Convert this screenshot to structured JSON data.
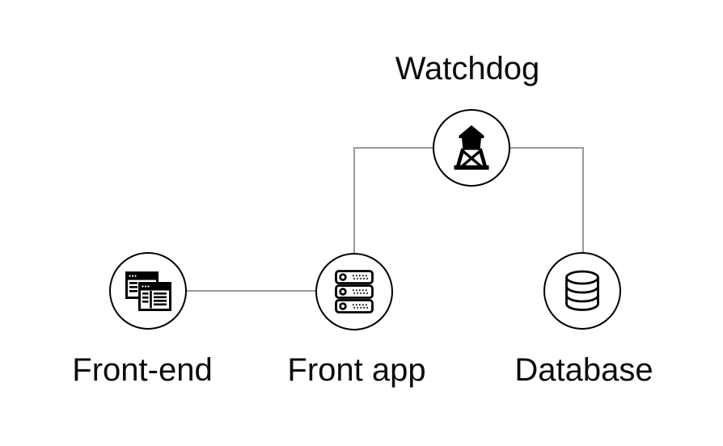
{
  "diagram": {
    "nodes": [
      {
        "id": "watchdog",
        "label": "Watchdog",
        "icon": "watchtower-icon"
      },
      {
        "id": "front-end",
        "label": "Front-end",
        "icon": "browser-windows-icon"
      },
      {
        "id": "front-app",
        "label": "Front app",
        "icon": "server-stack-icon"
      },
      {
        "id": "database",
        "label": "Database",
        "icon": "database-cylinder-icon"
      }
    ],
    "edges": [
      {
        "from": "front-end",
        "to": "front-app",
        "shape": "straight"
      },
      {
        "from": "front-app",
        "to": "watchdog",
        "shape": "elbow"
      },
      {
        "from": "watchdog",
        "to": "database",
        "shape": "elbow"
      }
    ],
    "colors": {
      "background": "#ffffff",
      "node_stroke": "#000000",
      "connector": "#999999",
      "label": "#0b0b0b"
    }
  }
}
